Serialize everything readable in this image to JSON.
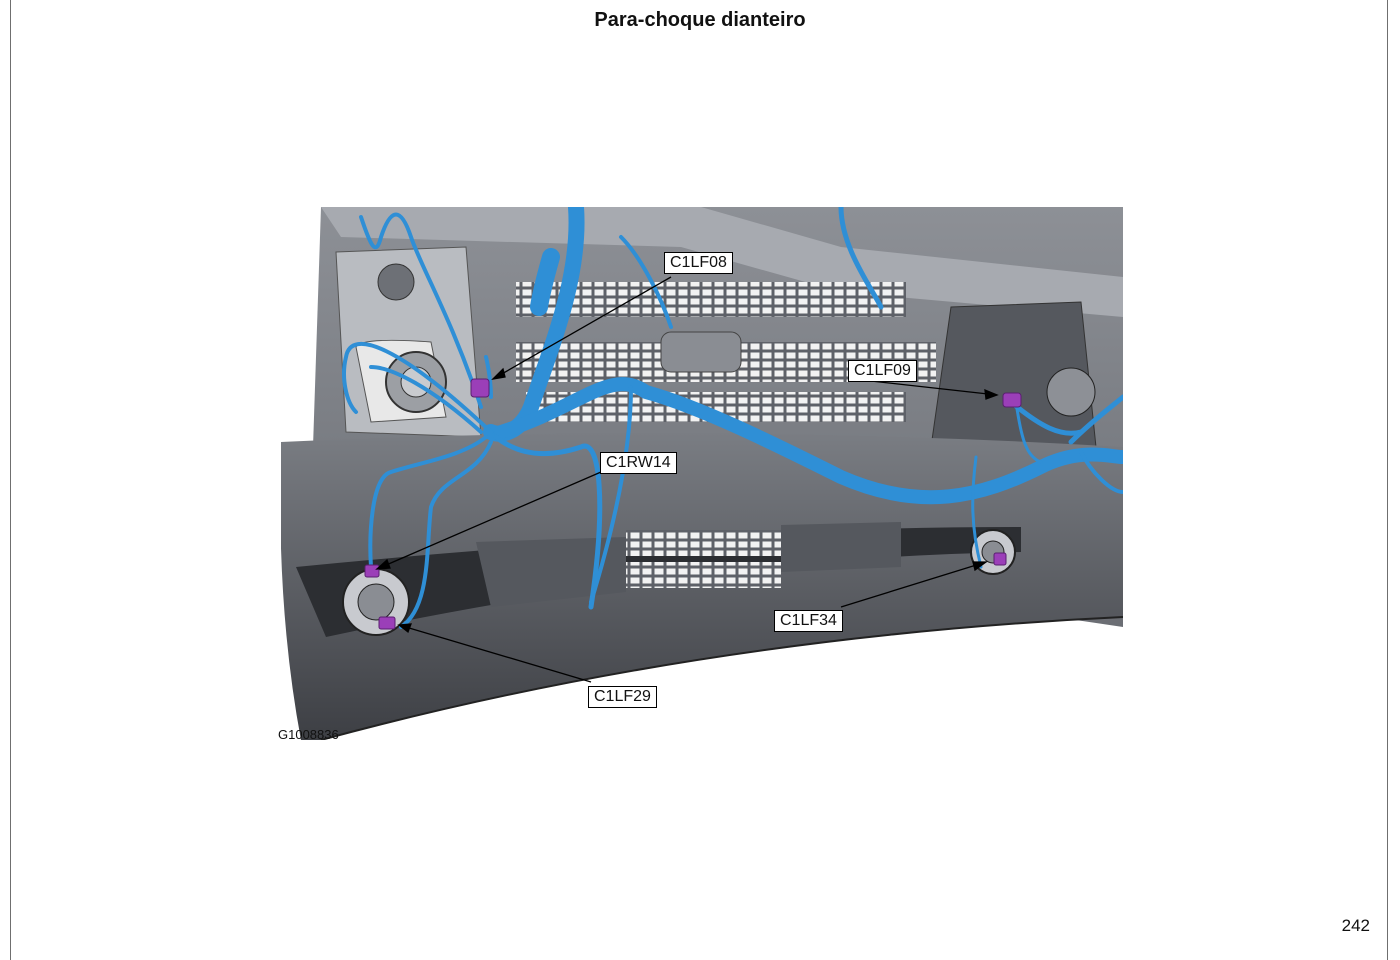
{
  "page": {
    "title": "Para-choque dianteiro",
    "figure_id": "G1008836",
    "page_number": "242"
  },
  "callouts": {
    "c1lf08": "C1LF08",
    "c1lf09": "C1LF09",
    "c1rw14": "C1RW14",
    "c1lf34": "C1LF34",
    "c1lf29": "C1LF29"
  },
  "colors": {
    "harness": "#2f8fd6",
    "connector": "#9b3fb8",
    "bumper": "#8a8d93"
  }
}
